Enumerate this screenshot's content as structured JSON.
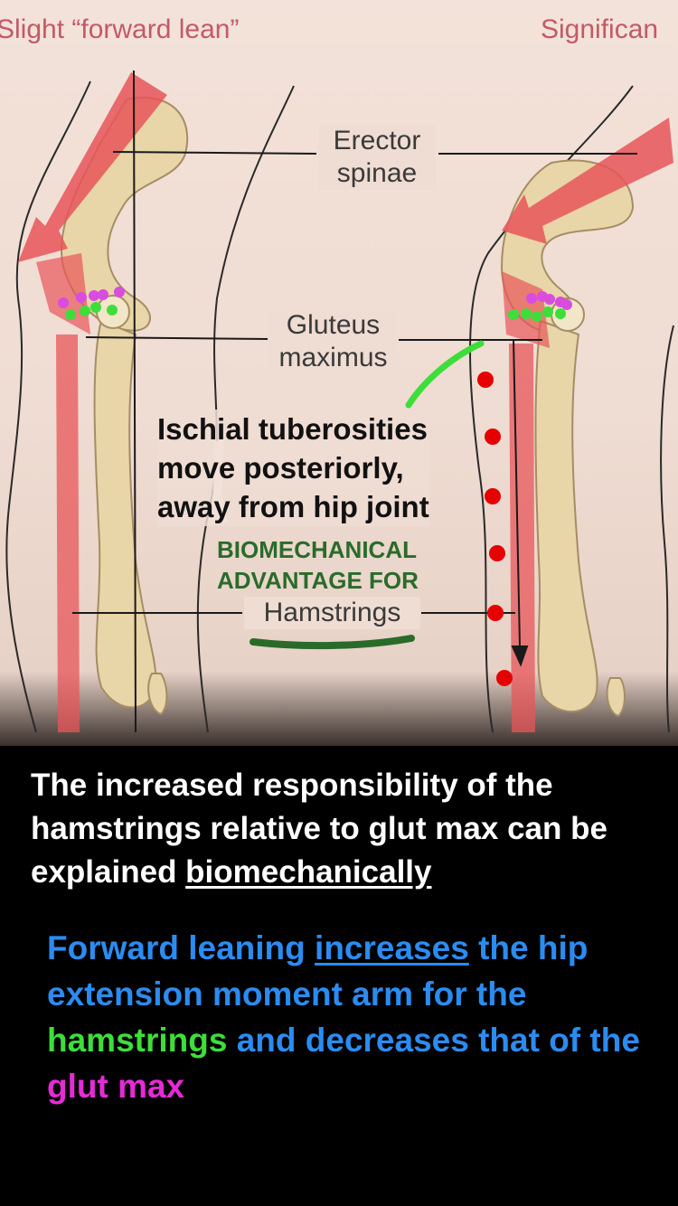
{
  "figure": {
    "left_title": "Slight “forward lean”",
    "right_title": "Significan",
    "labels": {
      "erector_line1": "Erector",
      "erector_line2": "spinae",
      "gluteus_line1": "Gluteus",
      "gluteus_line2": "maximus",
      "hamstrings": "Hamstrings"
    },
    "annotation": {
      "line1": "Ischial tuberosities",
      "line2": "move posteriorly,",
      "line3": "away from hip joint"
    },
    "advantage": {
      "line1": "BIOMECHANICAL",
      "line2": "ADVANTAGE FOR"
    }
  },
  "text": {
    "para1_part1": "The increased responsibility of the hamstrings relative to glut max can be explained ",
    "para1_underlined": "biomechanically",
    "para2_part1": "Forward leaning ",
    "para2_underlined": "increases",
    "para2_part2": " the hip extension moment arm for the ",
    "para2_hamstrings": "hamstrings",
    "para2_part3": " and decreases that of the ",
    "para2_glut": "glut max"
  },
  "colors": {
    "muscle_red": "#e8555a",
    "bone": "#e8d5a8",
    "annotation_green": "#2a6b2a",
    "marker_green": "#3dde3a",
    "marker_magenta": "#d94ce0",
    "marker_red": "#e60000",
    "text_blue": "#2b8cf0"
  }
}
